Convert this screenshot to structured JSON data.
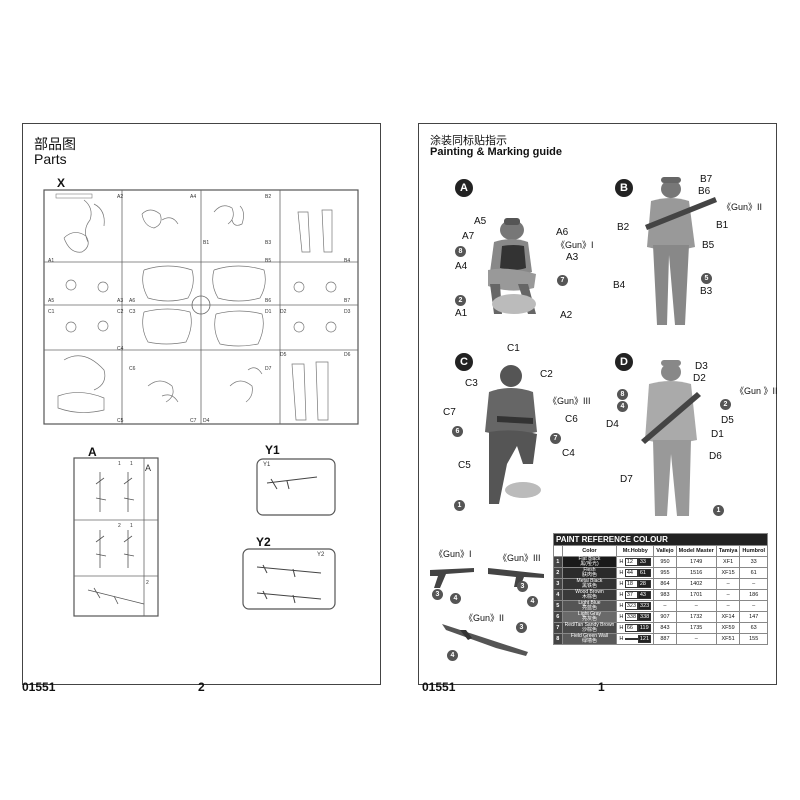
{
  "left_page": {
    "title_cn": "部品图",
    "title_en": "Parts",
    "page_number": "2",
    "model_number": "01551",
    "sprue_labels": {
      "x": "X",
      "y1": "Y1",
      "y2": "Y2",
      "a": "A",
      "x_cells": [
        "A2",
        "A4",
        "B2",
        "A1",
        "B1",
        "B3",
        "B4",
        "A5",
        "A3",
        "A6",
        "B5",
        "B6",
        "B7",
        "C1",
        "C2",
        "C3",
        "D1",
        "D2",
        "D3",
        "C4",
        "D4",
        "D5",
        "D6",
        "C5",
        "C6",
        "C7",
        "D7"
      ],
      "y1_cell": "Y1",
      "y2_cell": "Y2",
      "a_cells": [
        "1",
        "1",
        "2",
        "1",
        "2",
        "A"
      ]
    }
  },
  "right_page": {
    "title_cn": "涂装同标贴指示",
    "title_en": "Painting & Marking guide",
    "page_number": "1",
    "model_number": "01551",
    "figures": {
      "A": {
        "letter": "A",
        "labels": [
          "A5",
          "A6",
          "A7",
          "《Gun》I",
          "A3",
          "A4",
          "A1",
          "A2"
        ],
        "dots": [
          "8",
          "7",
          "2"
        ]
      },
      "B": {
        "letter": "B",
        "labels": [
          "B7",
          "B6",
          "《Gun》II",
          "B2",
          "B1",
          "B5",
          "B4",
          "B3"
        ],
        "dots": [
          "5"
        ]
      },
      "C": {
        "letter": "C",
        "labels": [
          "C1",
          "C2",
          "C3",
          "《Gun》III",
          "C7",
          "C6",
          "C4",
          "C5"
        ],
        "dots": [
          "6",
          "7",
          "1"
        ]
      },
      "D": {
        "letter": "D",
        "labels": [
          "D3",
          "D2",
          "《Gun 》II",
          "D5",
          "D4",
          "D1",
          "D6",
          "D7"
        ],
        "dots": [
          "8",
          "4",
          "2",
          "1"
        ]
      }
    },
    "guns": {
      "g1": {
        "label": "《Gun》I",
        "dots": [
          "3",
          "4"
        ]
      },
      "g3": {
        "label": "《Gun》III",
        "dots": [
          "3",
          "4"
        ]
      },
      "g2": {
        "label": "《Gun》II",
        "dots": [
          "3",
          "4"
        ]
      }
    },
    "paint_table": {
      "title": "PAINT  REFERENCE COLOUR",
      "headers": [
        "Color",
        "Mr.Hobby",
        "Vallejo",
        "Model Master",
        "Tamiya",
        "Humbrol"
      ],
      "rows": [
        {
          "n": "1",
          "en": "Flat Black",
          "cn": "黑(哑光)",
          "sw": "#1a1a1a",
          "h": "H",
          "code": "12",
          "code2": "33",
          "vallejo": "950",
          "mm": "1749",
          "tamiya": "XF1",
          "humbrol": "33"
        },
        {
          "n": "2",
          "en": "Flesh",
          "cn": "肤肉色",
          "sw": "#2b2b2b",
          "h": "H",
          "code": "44",
          "code2": "61",
          "vallejo": "955",
          "mm": "1516",
          "tamiya": "XF15",
          "humbrol": "61"
        },
        {
          "n": "3",
          "en": "Metal Black",
          "cn": "黑铁色",
          "sw": "#333333",
          "h": "H",
          "code": "18",
          "code2": "28",
          "vallejo": "864",
          "mm": "1402",
          "tamiya": "–",
          "humbrol": "–"
        },
        {
          "n": "4",
          "en": "Wood Brown",
          "cn": "木棕色",
          "sw": "#3a3a3a",
          "h": "H",
          "code": "37",
          "code2": "43",
          "vallejo": "983",
          "mm": "1701",
          "tamiya": "–",
          "humbrol": "186"
        },
        {
          "n": "5",
          "en": "Light Blue",
          "cn": "亮蓝色",
          "sw": "#555555",
          "h": "H",
          "code": "323",
          "code2": "323",
          "vallejo": "–",
          "mm": "–",
          "tamiya": "–",
          "humbrol": "–"
        },
        {
          "n": "6",
          "en": "Light Gray",
          "cn": "亮灰色",
          "sw": "#6a6a6a",
          "h": "H",
          "code": "338",
          "code2": "338",
          "vallejo": "907",
          "mm": "1732",
          "tamiya": "XF14",
          "humbrol": "147"
        },
        {
          "n": "7",
          "en": "Red/Tan Sandy Brown",
          "cn": "沙棕色",
          "sw": "#4a4a4a",
          "h": "H",
          "code": "66",
          "code2": "119",
          "vallejo": "843",
          "mm": "1735",
          "tamiya": "XF59",
          "humbrol": "63"
        },
        {
          "n": "8",
          "en": "Field Green Wall",
          "cn": "绿墙色",
          "sw": "#5a5a5a",
          "h": "H",
          "code": "",
          "code2": "121",
          "vallejo": "887",
          "mm": "–",
          "tamiya": "XF51",
          "humbrol": "155"
        }
      ]
    }
  }
}
